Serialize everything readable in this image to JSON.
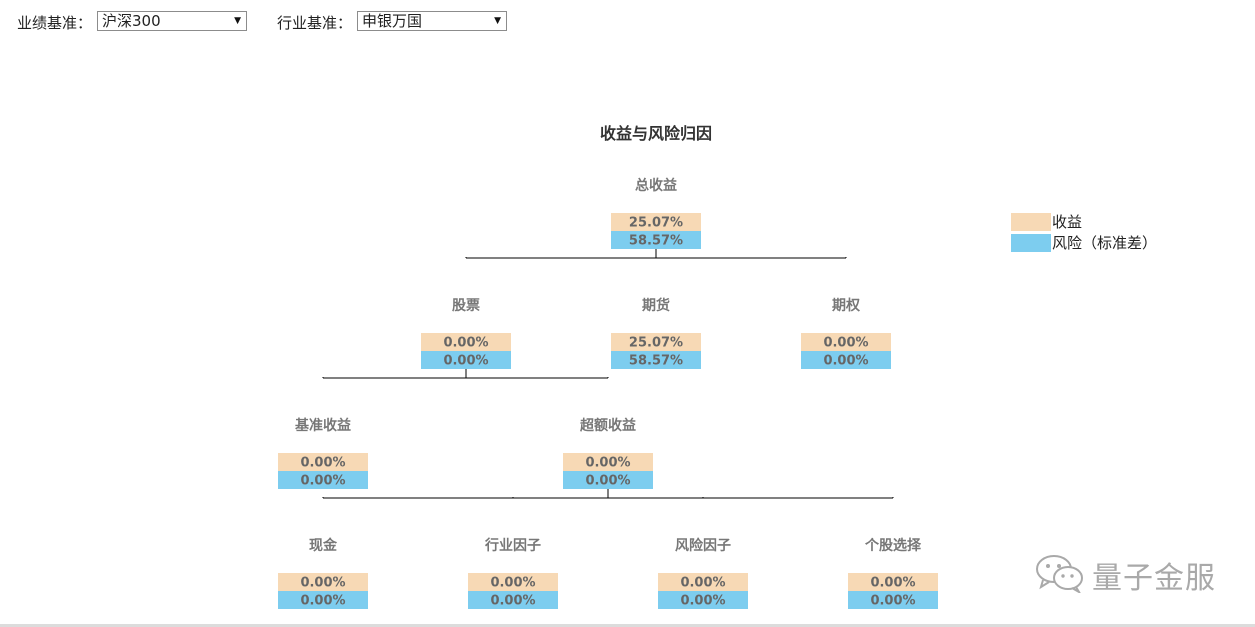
{
  "filters": {
    "benchmark_label": "业绩基准：",
    "benchmark_value": "沪深300",
    "industry_label": "行业基准：",
    "industry_value": "申银万国"
  },
  "colors": {
    "return": "#f7d9b5",
    "risk": "#7dcdef",
    "line": "#000000"
  },
  "chart_data": {
    "type": "tree",
    "title": "收益与风险归因",
    "legend": {
      "position": "right",
      "items": [
        "收益",
        "风险（标准差）"
      ]
    },
    "nodes": [
      {
        "id": "total",
        "label": "总收益",
        "return": "25.07%",
        "risk": "58.57%",
        "parent": null
      },
      {
        "id": "stock",
        "label": "股票",
        "return": "0.00%",
        "risk": "0.00%",
        "parent": "total"
      },
      {
        "id": "futures",
        "label": "期货",
        "return": "25.07%",
        "risk": "58.57%",
        "parent": "total"
      },
      {
        "id": "options",
        "label": "期权",
        "return": "0.00%",
        "risk": "0.00%",
        "parent": "total"
      },
      {
        "id": "benchmark",
        "label": "基准收益",
        "return": "0.00%",
        "risk": "0.00%",
        "parent": "stock"
      },
      {
        "id": "excess",
        "label": "超额收益",
        "return": "0.00%",
        "risk": "0.00%",
        "parent": "stock"
      },
      {
        "id": "cash",
        "label": "现金",
        "return": "0.00%",
        "risk": "0.00%",
        "parent": "excess"
      },
      {
        "id": "industry",
        "label": "行业因子",
        "return": "0.00%",
        "risk": "0.00%",
        "parent": "excess"
      },
      {
        "id": "riskfactor",
        "label": "风险因子",
        "return": "0.00%",
        "risk": "0.00%",
        "parent": "excess"
      },
      {
        "id": "selection",
        "label": "个股选择",
        "return": "0.00%",
        "risk": "0.00%",
        "parent": "excess"
      }
    ]
  },
  "watermark": {
    "text": "量子金服",
    "icon": "wechat-icon"
  }
}
